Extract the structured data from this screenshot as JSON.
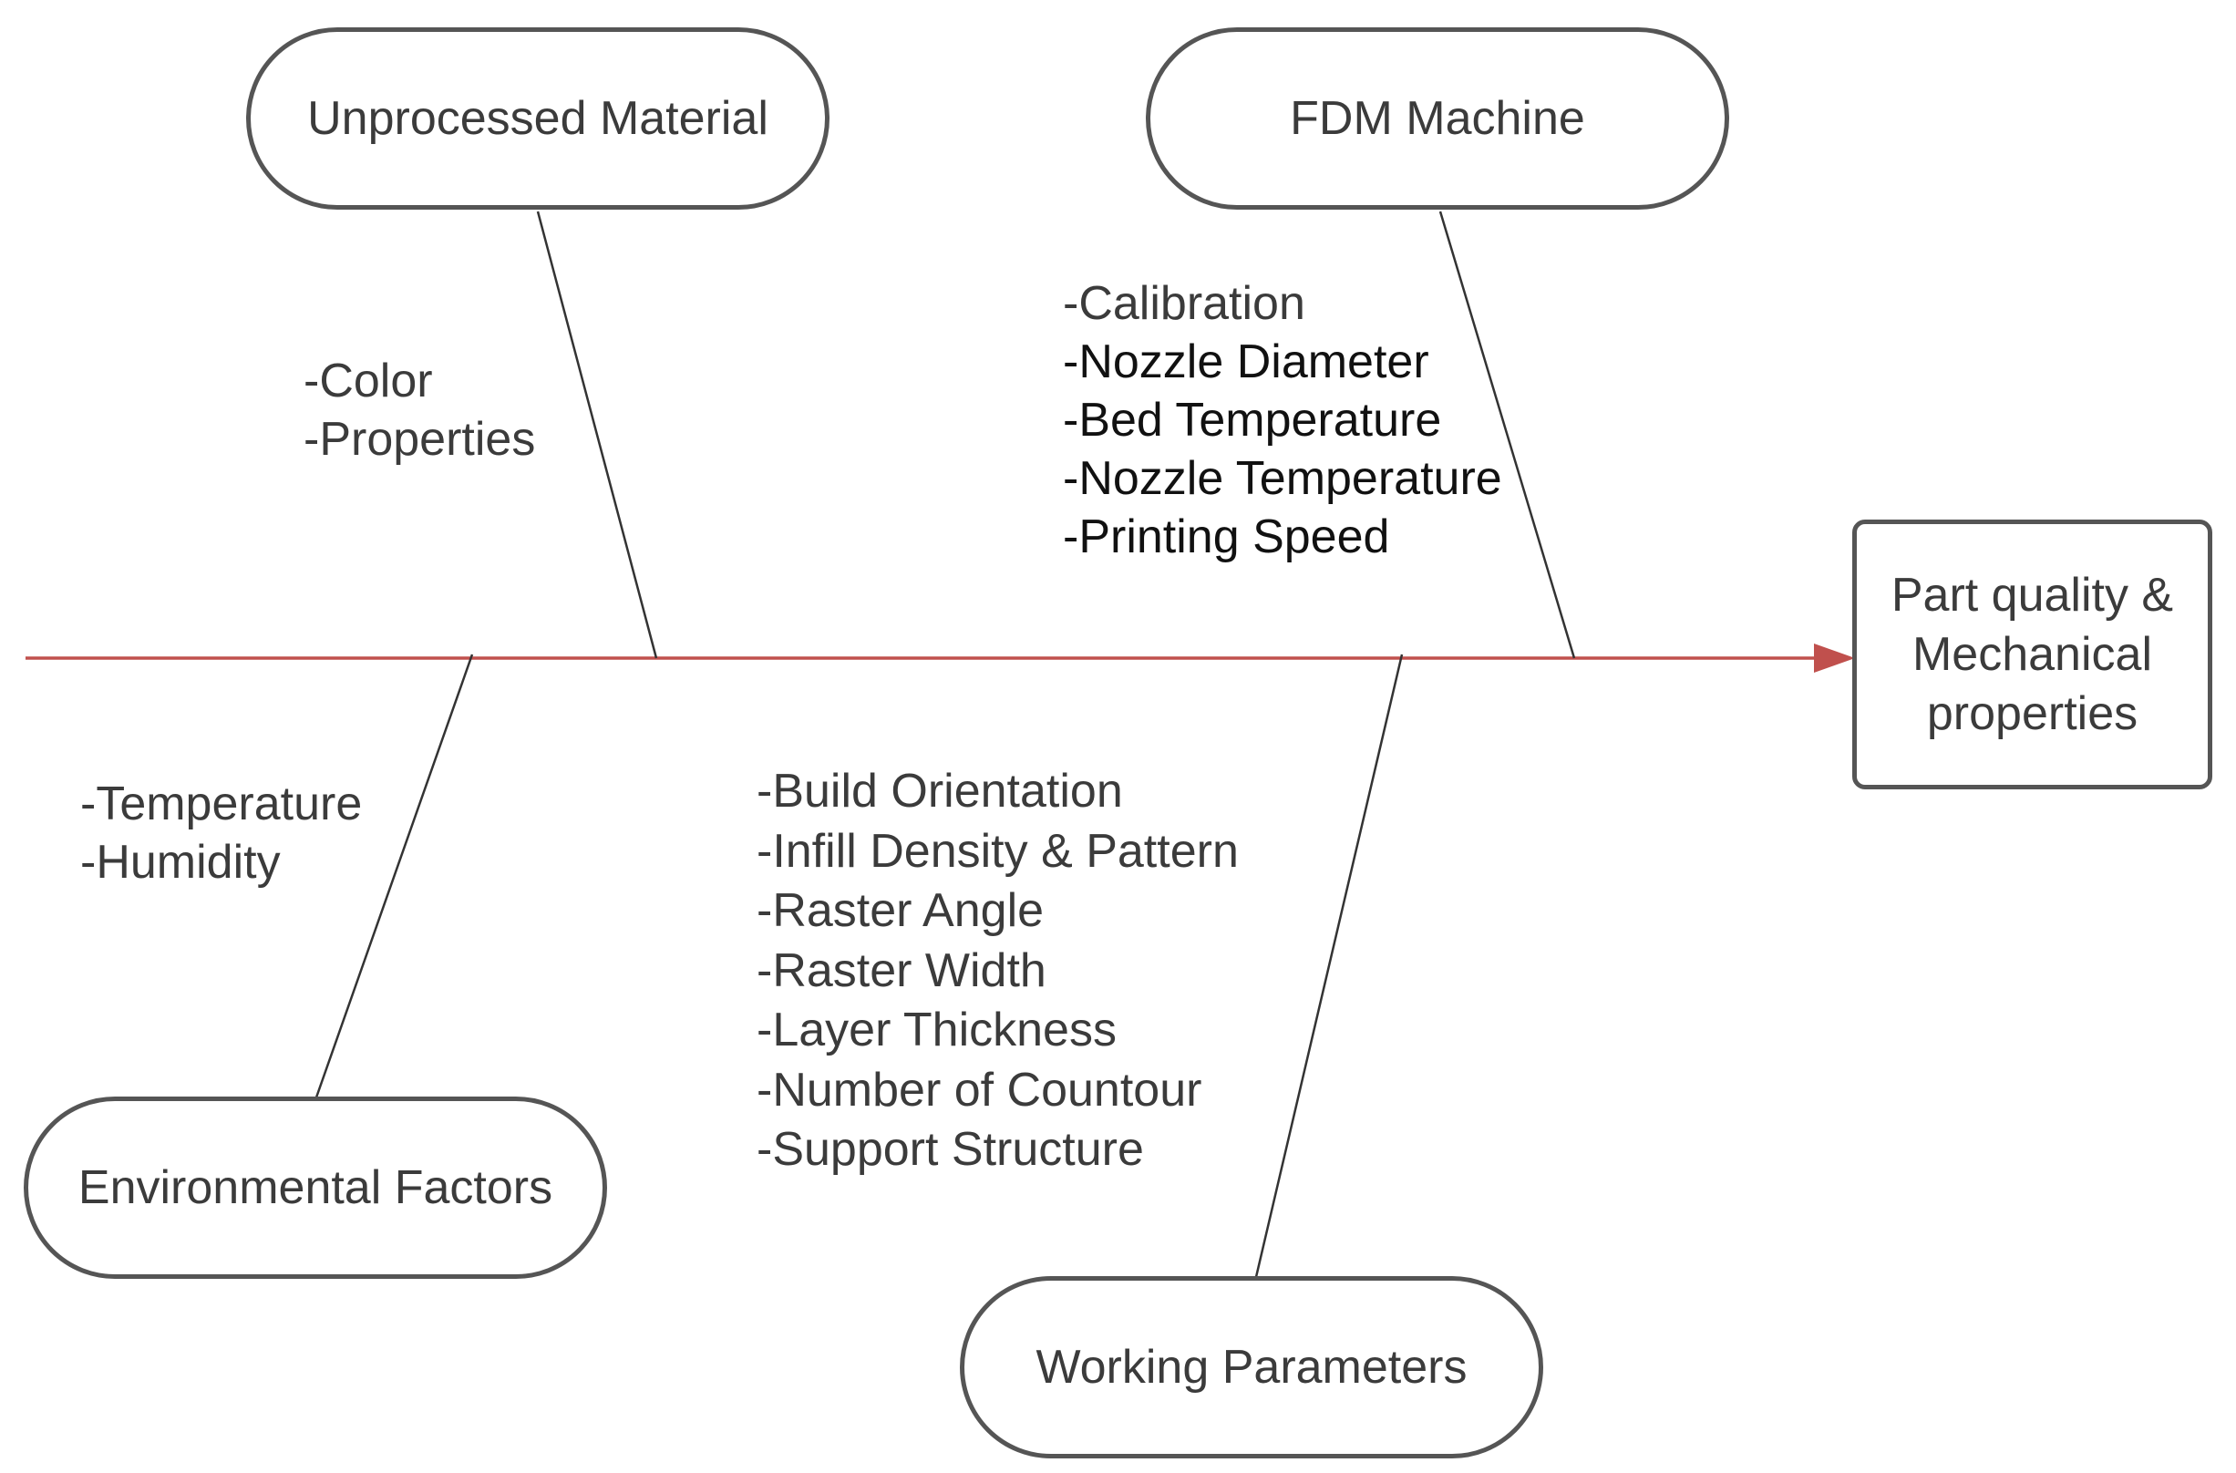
{
  "effect": {
    "label": "Part quality & Mechanical properties",
    "lines": [
      "Part quality &",
      "Mechanical",
      "properties"
    ]
  },
  "categories": {
    "unprocessed_material": {
      "label": "Unprocessed Material",
      "causes": [
        "-Color",
        "-Properties"
      ]
    },
    "fdm_machine": {
      "label": "FDM Machine",
      "causes": [
        "-Calibration",
        "-Nozzle Diameter",
        "-Bed Temperature",
        "-Nozzle Temperature",
        "-Printing Speed"
      ]
    },
    "environmental_factors": {
      "label": "Environmental Factors",
      "causes": [
        "-Temperature",
        "-Humidity"
      ]
    },
    "working_parameters": {
      "label": "Working Parameters",
      "causes": [
        "-Build Orientation",
        "-Infill Density & Pattern",
        "-Raster Angle",
        "-Raster Width",
        "-Layer Thickness",
        "-Number of Countour",
        "-Support Structure"
      ]
    }
  },
  "colors": {
    "spine": "#c0504d",
    "border": "#555555",
    "branch": "#333333",
    "text": "#3b3b3b"
  }
}
